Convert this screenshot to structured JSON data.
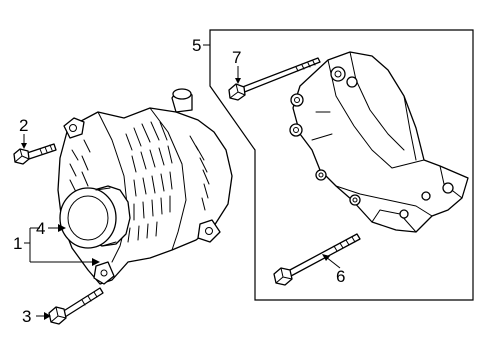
{
  "callouts": {
    "c1": "1",
    "c2": "2",
    "c3": "3",
    "c4": "4",
    "c5": "5",
    "c6": "6",
    "c7": "7"
  },
  "parts": [
    {
      "callout": "1",
      "icon": "alternator-icon"
    },
    {
      "callout": "2",
      "icon": "flange-bolt-icon"
    },
    {
      "callout": "3",
      "icon": "flange-bolt-icon"
    },
    {
      "callout": "4",
      "icon": "pulley-icon"
    },
    {
      "callout": "5",
      "icon": "mounting-bracket-icon"
    },
    {
      "callout": "6",
      "icon": "long-bolt-icon"
    },
    {
      "callout": "7",
      "icon": "long-bolt-icon"
    }
  ],
  "colors": {
    "line": "#000000",
    "background": "#ffffff"
  }
}
